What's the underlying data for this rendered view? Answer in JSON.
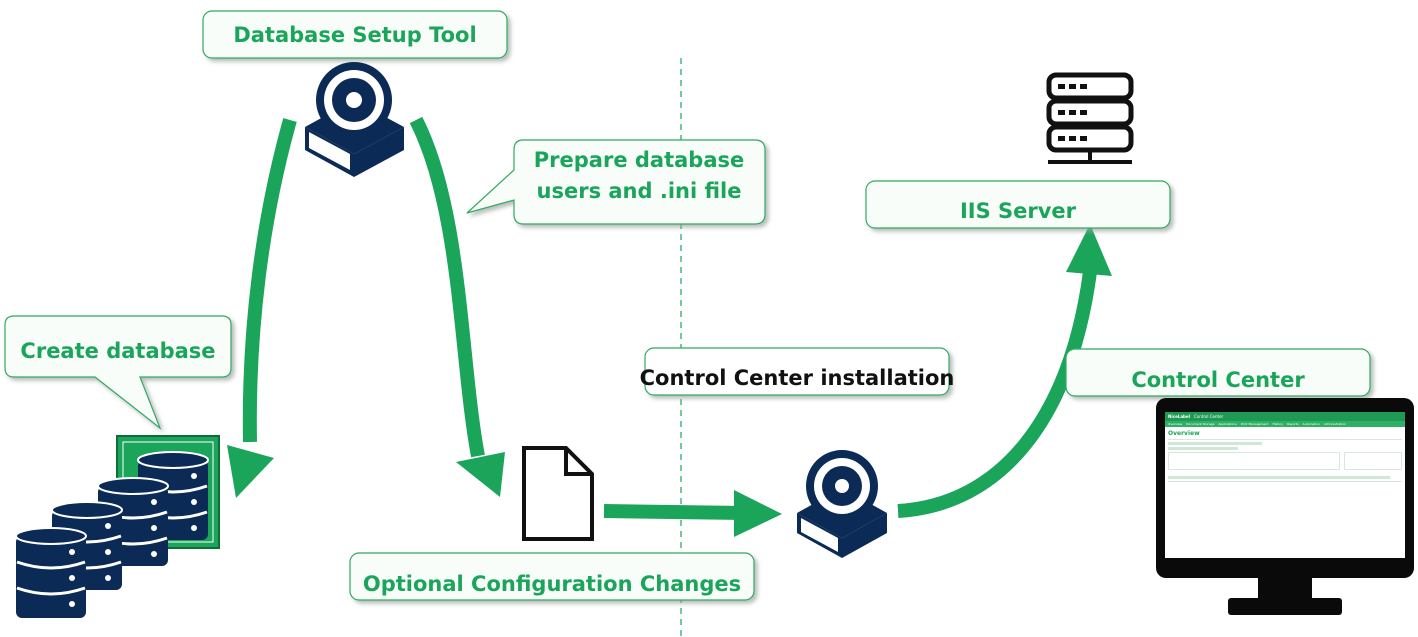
{
  "colors": {
    "green": "#1aa55a",
    "navy": "#0b2a55",
    "black": "#111111",
    "callout_fill": "#f8fdf9",
    "callout_border": "#2eaa63"
  },
  "labels": {
    "database_setup_tool": "Database Setup Tool",
    "prepare_line1": "Prepare database",
    "prepare_line2": "users and .ini file",
    "create_database": "Create database",
    "control_center_installation": "Control Center installation",
    "iis_server": "IIS Server",
    "control_center": "Control Center",
    "optional_config": "Optional Configuration Changes"
  },
  "icons": {
    "setup_tool_top": "installer-box-icon",
    "setup_tool_bottom": "installer-box-icon",
    "databases": "database-stack-icon",
    "config_file": "document-icon",
    "server": "server-rack-icon",
    "monitor": "monitor-icon"
  },
  "monitor_screen": {
    "brand": "NiceLabel",
    "title": "Control Center",
    "nav": [
      "Overview",
      "Document Storage",
      "Applications",
      "Print Management",
      "History",
      "Reports",
      "Automation",
      "Administration"
    ],
    "heading": "Overview"
  }
}
